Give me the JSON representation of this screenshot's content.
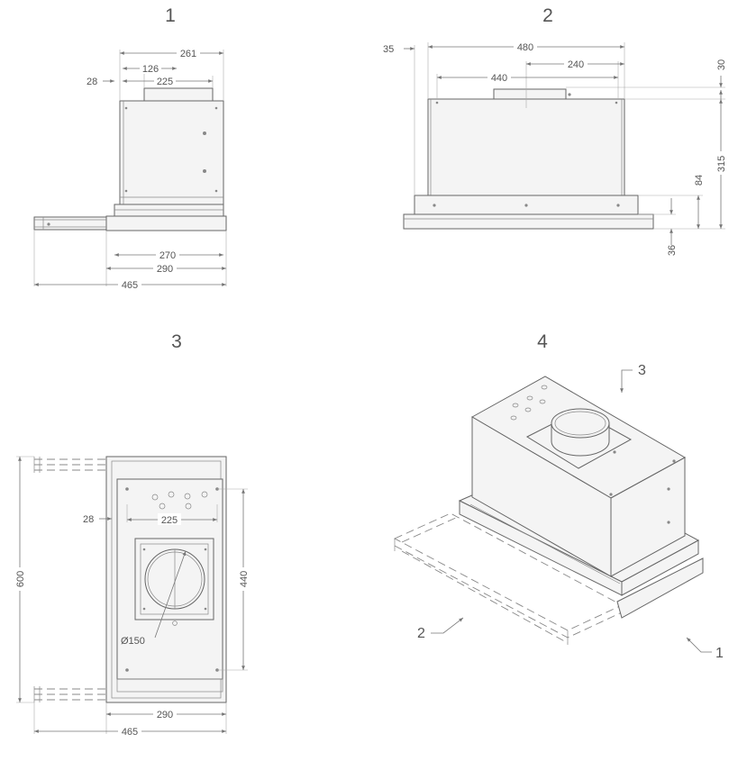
{
  "views": [
    {
      "number": "1",
      "dims": {
        "d261": "261",
        "d126": "126",
        "d225": "225",
        "d28": "28",
        "d270": "270",
        "d290": "290",
        "d465": "465"
      }
    },
    {
      "number": "2",
      "dims": {
        "d35": "35",
        "d480": "480",
        "d240": "240",
        "d440": "440",
        "d30": "30",
        "d315": "315",
        "d84": "84",
        "d36": "36"
      }
    },
    {
      "number": "3",
      "dims": {
        "d28": "28",
        "d225": "225",
        "d600": "600",
        "d440": "440",
        "dia150": "Ø150",
        "d290": "290",
        "d465": "465"
      }
    },
    {
      "number": "4",
      "callouts": {
        "c1": "1",
        "c2": "2",
        "c3": "3"
      }
    }
  ]
}
